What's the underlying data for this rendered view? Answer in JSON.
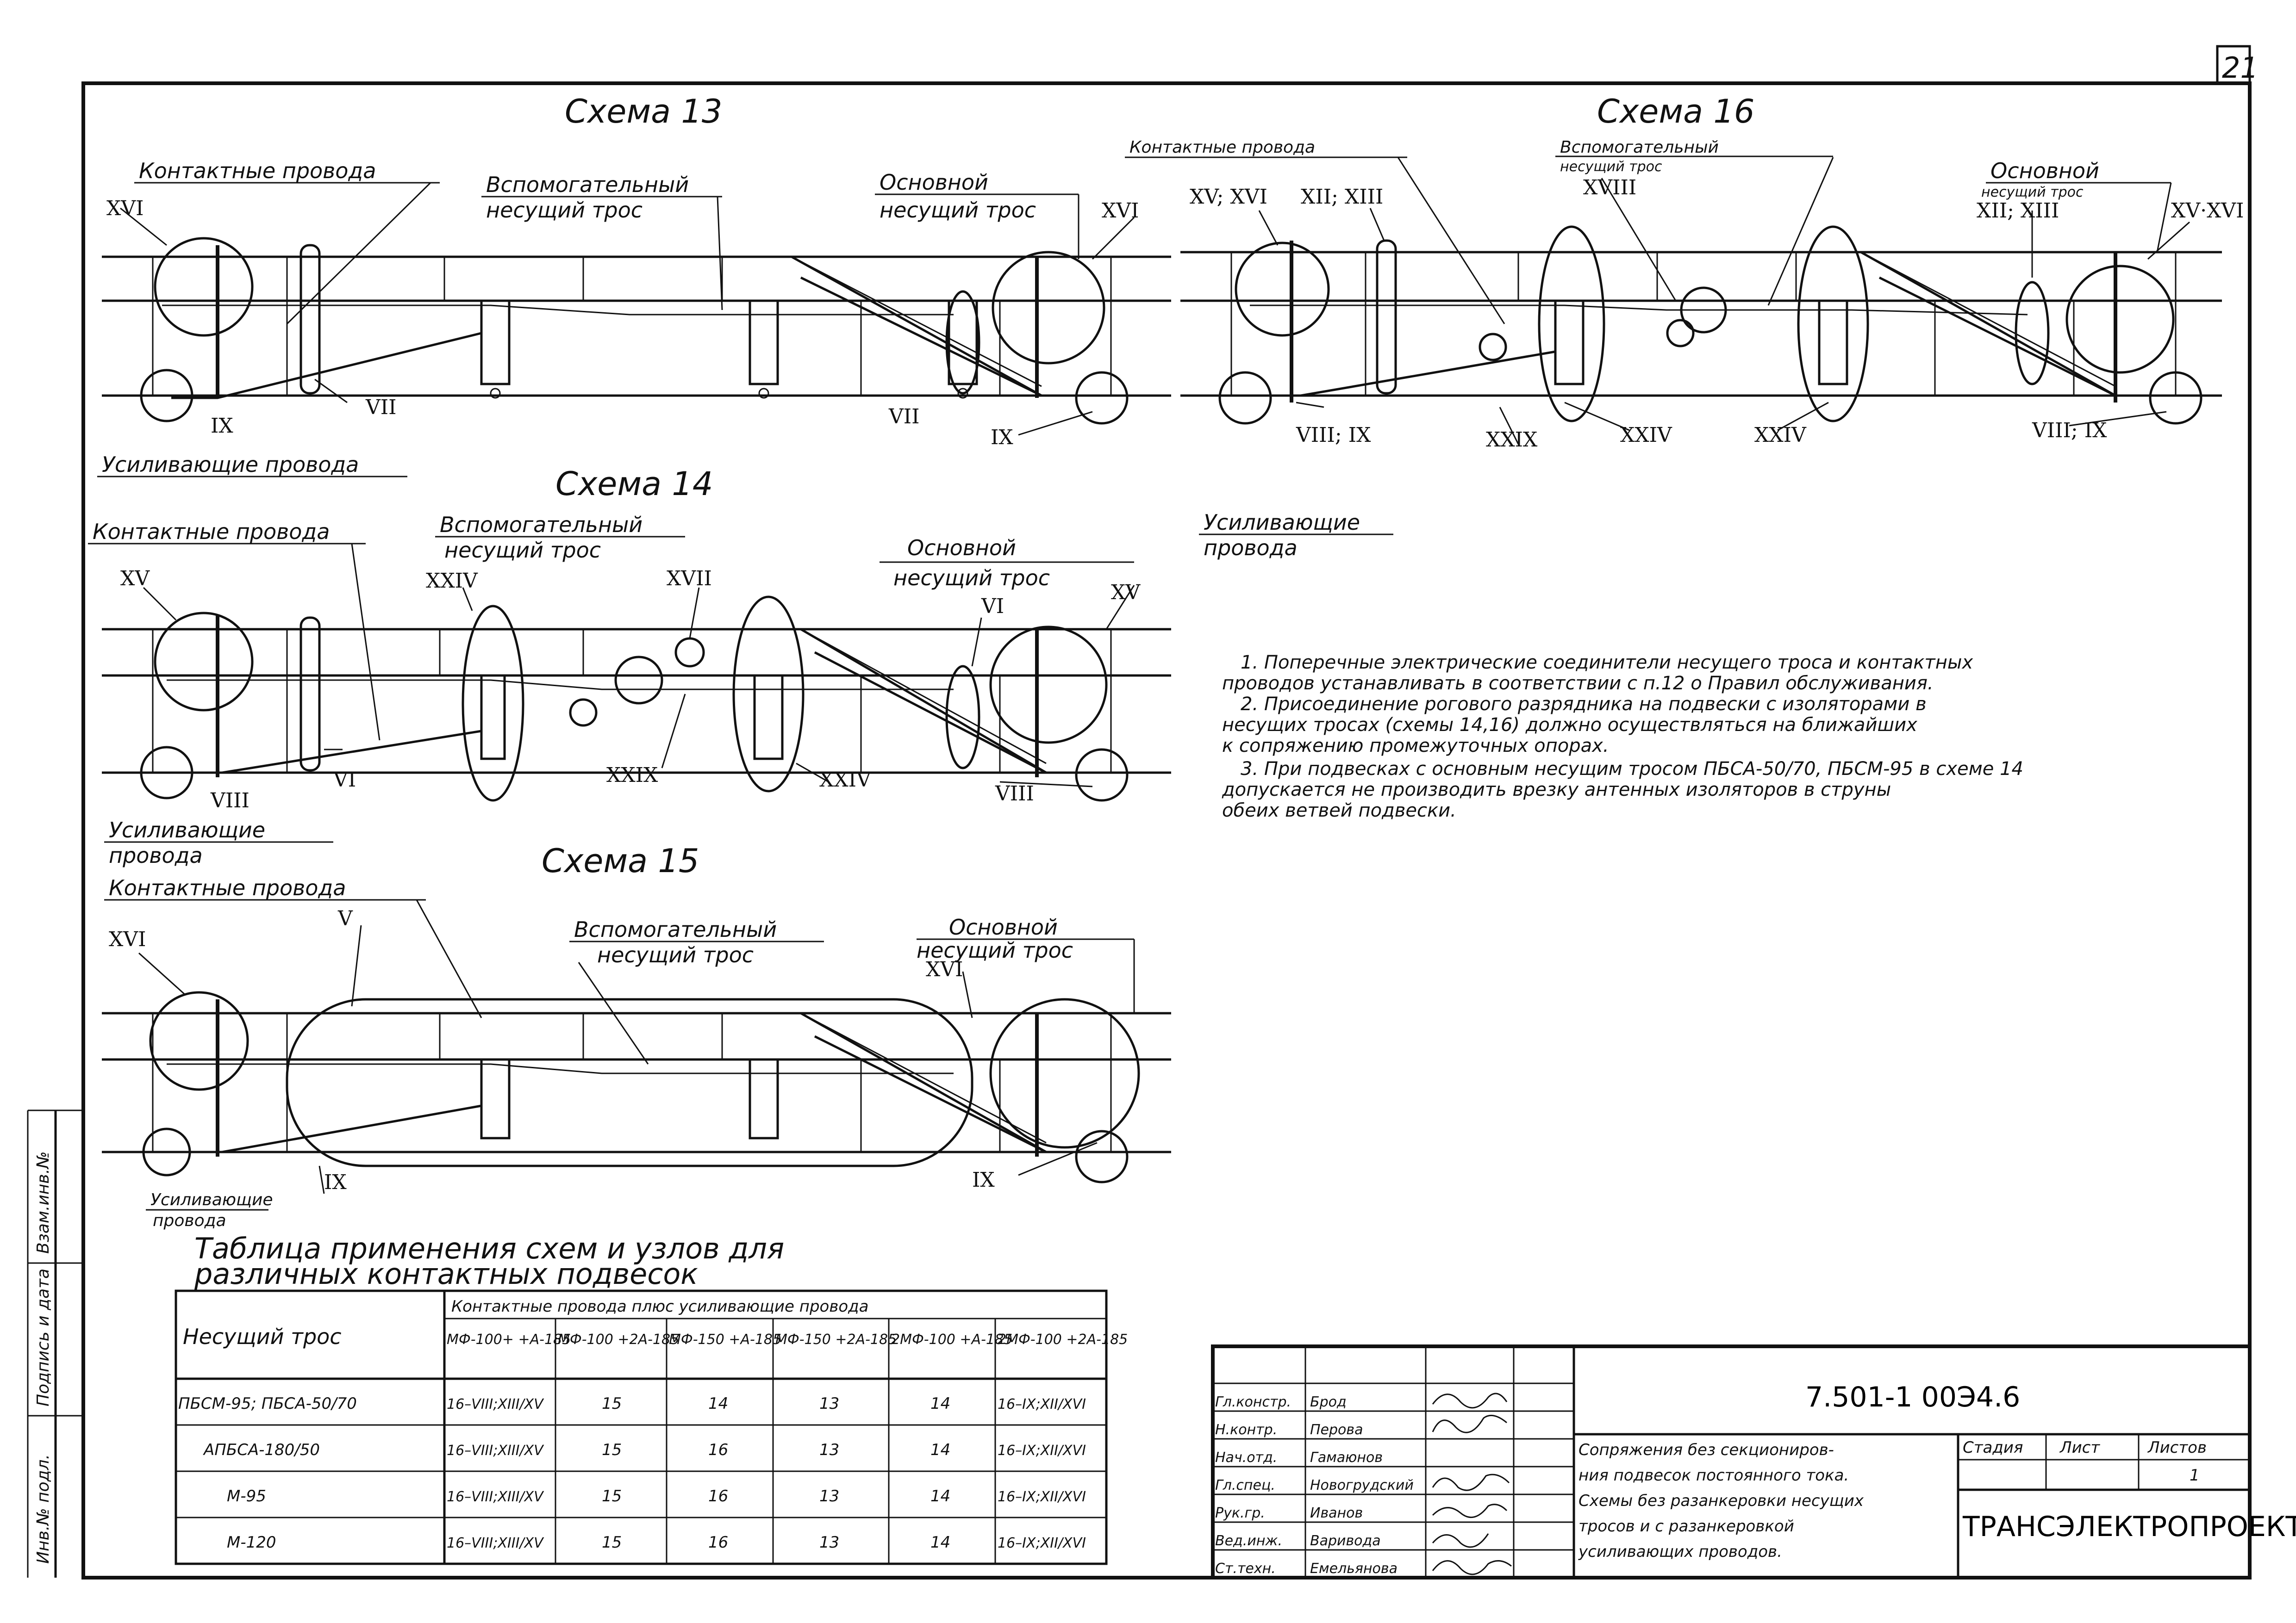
{
  "sheet_number": "21",
  "schemes": {
    "s13": {
      "title": "Схема 13",
      "contact_wires": "Контактные провода",
      "aux_cable_1": "Вспомогательный",
      "aux_cable_2": "несущий трос",
      "main_cable_1": "Основной",
      "main_cable_2": "несущий трос",
      "reinforcing": "Усиливающие провода",
      "nodes": [
        "XVI",
        "XVI",
        "VII",
        "IX",
        "VII",
        "IX"
      ]
    },
    "s14": {
      "title": "Схема 14",
      "contact_wires": "Контактные провода",
      "aux_cable_1": "Вспомогательный",
      "aux_cable_2": "несущий   трос",
      "main_cable_1": "Основной",
      "main_cable_2": "несущий  трос",
      "reinforcing_1": "Усиливающие",
      "reinforcing_2": "провода",
      "nodes": [
        "XV",
        "XXIV",
        "XVII",
        "VI",
        "XV",
        "VIII",
        "VI",
        "XXIX",
        "XXIV",
        "VIII"
      ]
    },
    "s15": {
      "title": "Схема 15",
      "contact_wires": "Контактные провода",
      "aux_cable_1": "Вспомогательный",
      "aux_cable_2": "несущий трос",
      "main_cable_1": "Основной",
      "main_cable_2": "несущий  трос",
      "reinforcing_1": "Усиливающие",
      "reinforcing_2": "провода",
      "nodes": [
        "XVI",
        "V",
        "XVI",
        "IX",
        "IX"
      ]
    },
    "s16": {
      "title": "Схема 16",
      "contact_wires": "Контактные провода",
      "aux_cable_1": "Вспомогательный",
      "aux_cable_2": "несущий   трос",
      "main_cable_1": "Основной",
      "main_cable_2": "несущий трос",
      "reinforcing_1": "Усиливающие",
      "reinforcing_2": "провода",
      "nodes": [
        "XV; XVI",
        "XII; XIII",
        "XVIII",
        "XII; XIII",
        "XV·XVI",
        "VIII; IX",
        "XXIX",
        "XXIV",
        "XXIV",
        "VIII; IX"
      ]
    }
  },
  "notes": [
    "1. Поперечные электрические соединители несущего троса и контактных",
    "проводов устанавливать в соответствии с п.12 о Правил обслуживания.",
    "2. Присоединение рогового разрядника на подвески с изоляторами в",
    "несущих тросах (схемы 14,16) должно осуществляться на ближайших",
    "к сопряжению промежуточных опорах.",
    "3. При подвесках с основным несущим тросом ПБСА-50/70, ПБСМ-95 в схеме 14",
    "допускается не производить врезку антенных изоляторов в струны",
    "обеих ветвей подвески."
  ],
  "table": {
    "title_1": "Таблица применения схем и узлов для",
    "title_2": "различных контактных подвесок",
    "row_header": "Несущий трос",
    "group_header": "Контактные провода плюс усиливающие провода",
    "columns": [
      "МФ-100+ +А-185",
      "МФ-100 +2А-185",
      "МФ-150 +А-185",
      "МФ-150 +2А-185",
      "2МФ-100 +А-185",
      "2МФ-100 +2А-185"
    ],
    "rows": [
      {
        "cable": "ПБСМ-95; ПБСА-50/70",
        "cells": [
          "16–VIII;XIII/XV",
          "15",
          "14",
          "13",
          "14",
          "16–IX;XII/XVI"
        ]
      },
      {
        "cable": "АПБСА-180/50",
        "cells": [
          "16–VIII;XIII/XV",
          "15",
          "16",
          "13",
          "14",
          "16–IX;XII/XVI"
        ]
      },
      {
        "cable": "М-95",
        "cells": [
          "16–VIII;XIII/XV",
          "15",
          "16",
          "13",
          "14",
          "16–IX;XII/XVI"
        ]
      },
      {
        "cable": "М-120",
        "cells": [
          "16–VIII;XIII/XV",
          "15",
          "16",
          "13",
          "14",
          "16–IX;XII/XVI"
        ]
      }
    ]
  },
  "side_strip": [
    "Инв.№ подл.",
    "Подпись и дата",
    "Взам.инв.№"
  ],
  "title_block": {
    "doc_code": "7.501-1  00Э4.6",
    "roles": [
      "Гл.констр.",
      "Н.контр.",
      "Нач.отд.",
      "Гл.спец.",
      "Рук.гр.",
      "Вед.инж.",
      "Ст.техн."
    ],
    "names": [
      "Брод",
      "Перова",
      "Гамаюнов",
      "Новогрудский",
      "Иванов",
      "Варивода",
      "Емельянова"
    ],
    "description": [
      "Сопряжения без секциониров-",
      "ния подвесок постоянного тока.",
      "Схемы без разанкеровки несущих",
      "тросов и с разанкеровкой",
      "усиливающих проводов."
    ],
    "stage_label": "Стадия",
    "sheet_label": "Лист",
    "sheets_label": "Листов",
    "sheets_value": "1",
    "org": "ТРАНСЭЛЕКТРОПРОЕКТ"
  }
}
